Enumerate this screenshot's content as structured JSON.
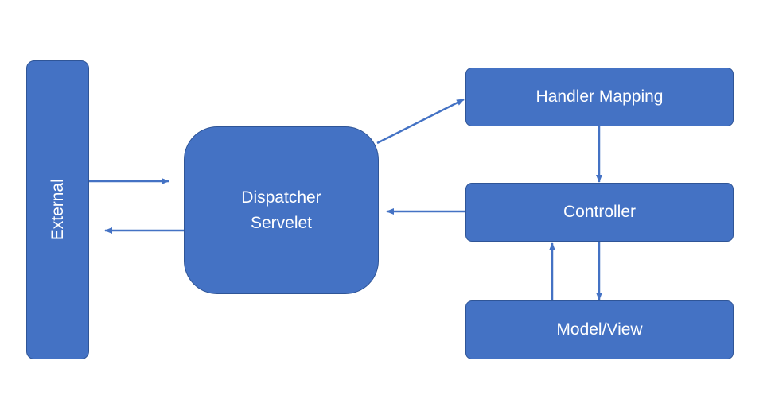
{
  "nodes": {
    "external": "External",
    "dispatcher_line1": "Dispatcher",
    "dispatcher_line2": "Servelet",
    "handler_mapping": "Handler Mapping",
    "controller": "Controller",
    "model_view": "Model/View"
  },
  "colors": {
    "box_fill": "#4472c4",
    "box_border": "#2f5597",
    "arrow": "#4472c4",
    "text": "#ffffff"
  }
}
